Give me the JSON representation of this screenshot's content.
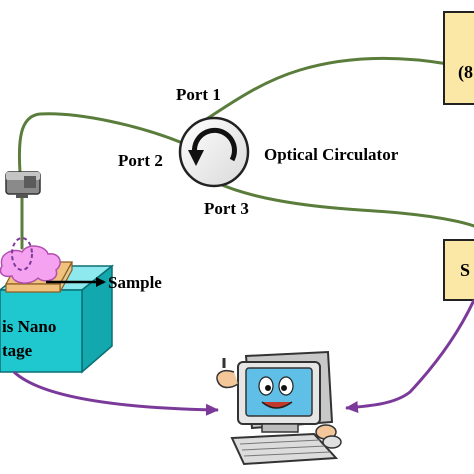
{
  "labels": {
    "port1": "Port 1",
    "port2": "Port 2",
    "port3": "Port 3",
    "circulator": "Optical Circulator",
    "sample": "Sample",
    "stage_line1": "is Nano",
    "stage_line2": "tage",
    "top_box_text": "(8",
    "mid_box_text": "S"
  },
  "colors": {
    "fiber": "#5a7d3c",
    "data_link": "#7b3a9a",
    "box_fill": "#fbe7a6",
    "box_border": "#222222",
    "stage_front": "#1fc8cf",
    "stage_top": "#8ee9ef",
    "stage_side": "#13a8ae",
    "sample_fill": "#f5a3f0",
    "sample_edge": "#b24fb0",
    "substrate": "#f1c27d",
    "probe_ring": "#7b3a9a"
  },
  "icons": {
    "circulator": "circulator-arrow-icon",
    "connector": "fiber-connector-icon",
    "computer": "computer-mascot-icon"
  }
}
